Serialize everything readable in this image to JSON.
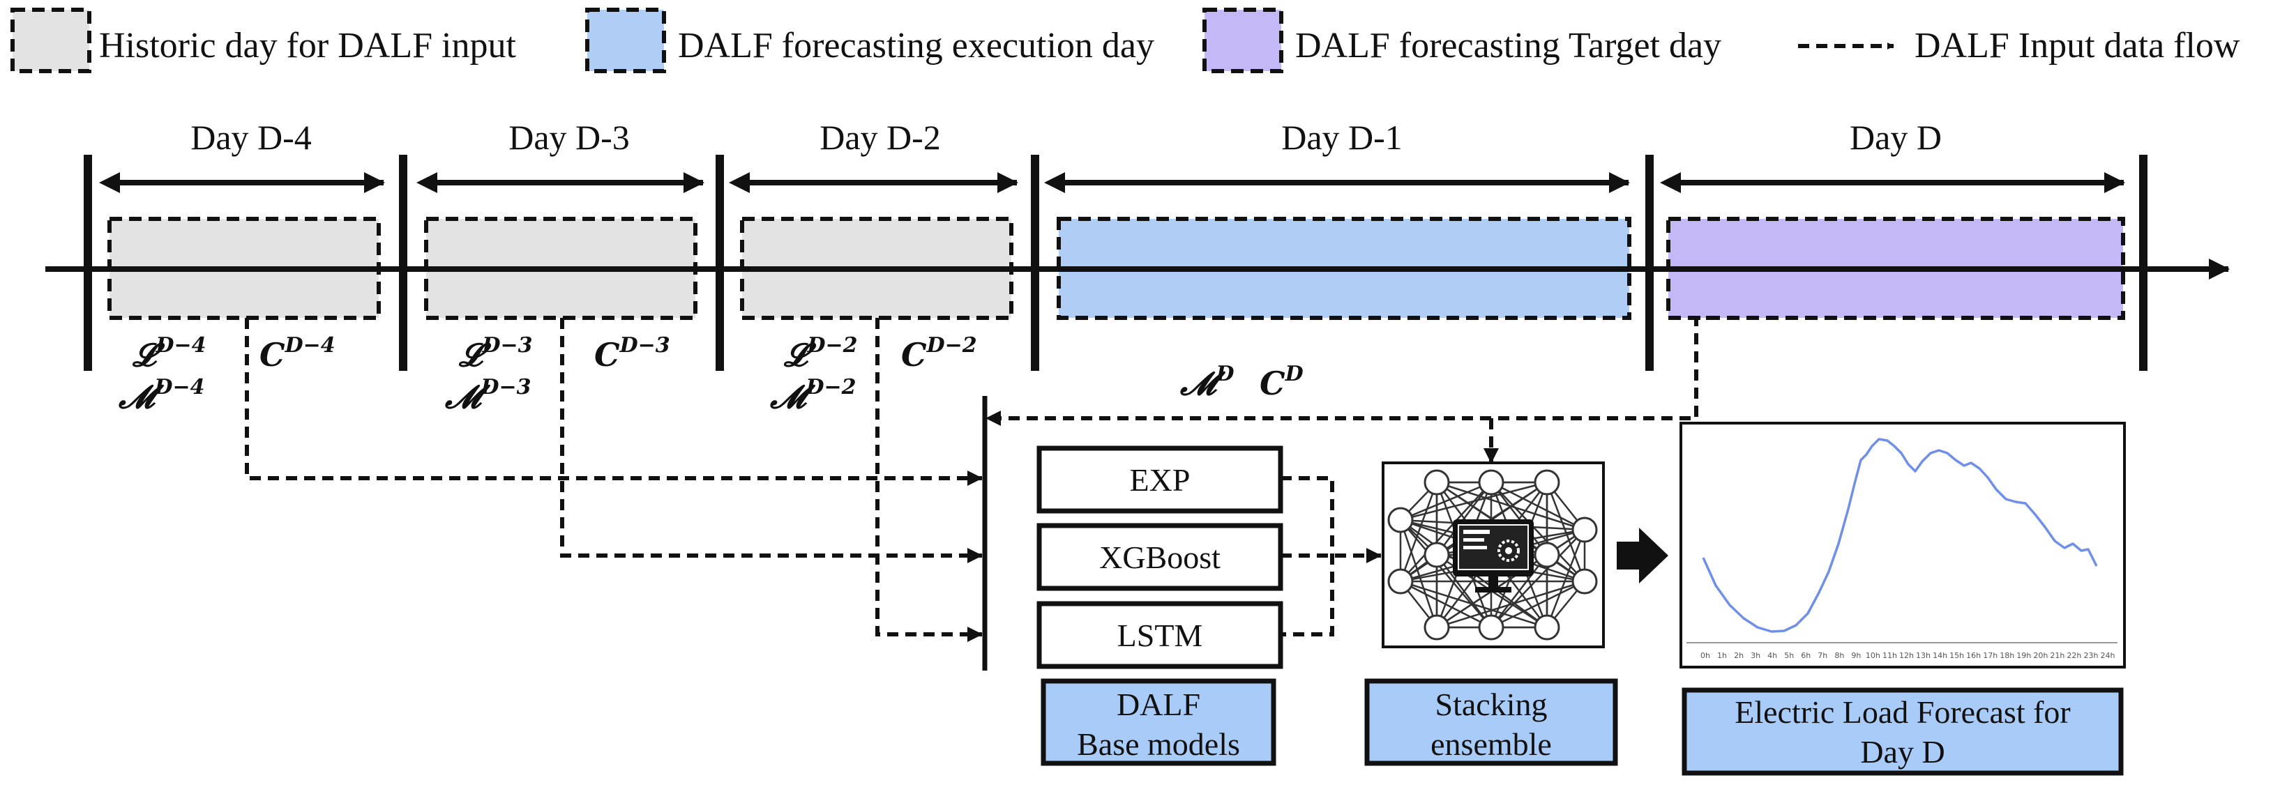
{
  "legend": [
    {
      "label": "Historic day for DALF input",
      "fill": "#e3e3e3"
    },
    {
      "label": "DALF forecasting execution day",
      "fill": "#b0cdf6"
    },
    {
      "label": "DALF forecasting Target day",
      "fill": "#c4b8f6"
    },
    {
      "label": "DALF Input data flow"
    }
  ],
  "days": [
    "Day D-4",
    "Day D-3",
    "Day D-2",
    "Day D-1",
    "Day D"
  ],
  "inputs": {
    "d4": {
      "L": "𝓛",
      "M": "𝓜",
      "C": "𝑪",
      "sup": "D−4"
    },
    "d3": {
      "L": "𝓛",
      "M": "𝓜",
      "C": "𝑪",
      "sup": "D−3"
    },
    "d2": {
      "L": "𝓛",
      "M": "𝓜",
      "C": "𝑪",
      "sup": "D−2"
    },
    "d0": {
      "M": "𝓜",
      "C": "𝑪",
      "sup": "D"
    }
  },
  "models": [
    "EXP",
    "XGBoost",
    "LSTM"
  ],
  "labels": {
    "base_line1": "DALF",
    "base_line2": "Base models",
    "stack_line1": "Stacking",
    "stack_line2": "ensemble",
    "forecast_line1": "Electric Load Forecast for",
    "forecast_line2": "Day D"
  },
  "forecast_chart": {
    "x_ticks": [
      "0h",
      "1h",
      "2h",
      "3h",
      "4h",
      "5h",
      "6h",
      "7h",
      "8h",
      "9h",
      "10h",
      "11h",
      "12h",
      "13h",
      "14h",
      "15h",
      "16h",
      "17h",
      "18h",
      "19h",
      "20h",
      "21h",
      "22h",
      "23h",
      "24h"
    ],
    "series_color": "#6f8fe8"
  },
  "colors": {
    "historic": "#e3e3e3",
    "execution": "#b0cdf6",
    "target": "#c4b8f6",
    "label_box": "#a9cbf7"
  }
}
